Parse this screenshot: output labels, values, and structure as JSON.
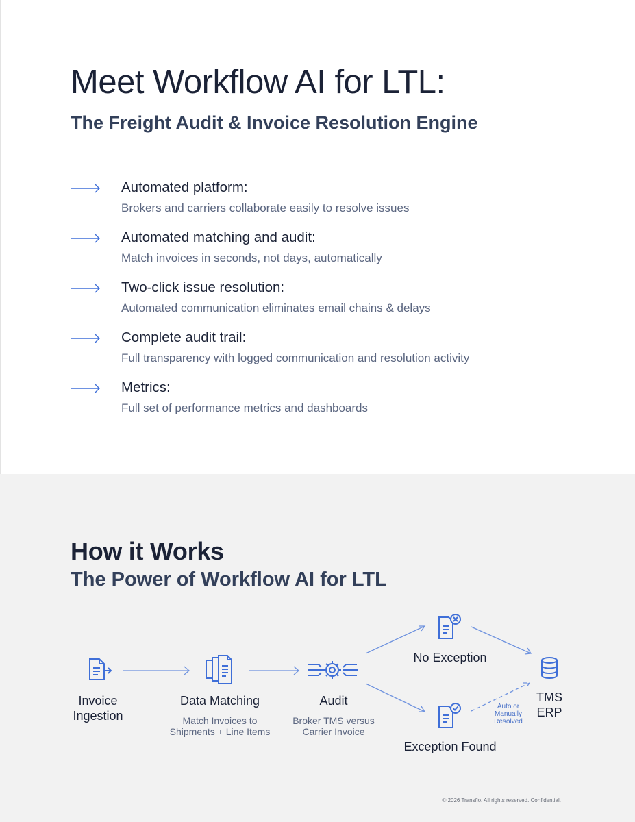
{
  "hero": {
    "title": "Meet Workflow AI for LTL:",
    "subtitle": "The Freight Audit & Invoice Resolution Engine"
  },
  "features": [
    {
      "heading": "Automated platform:",
      "description": "Brokers and carriers collaborate easily to resolve issues"
    },
    {
      "heading": "Automated matching and audit:",
      "description": "Match invoices in seconds, not days, automatically"
    },
    {
      "heading": "Two-click issue resolution:",
      "description": "Automated communication eliminates email chains & delays"
    },
    {
      "heading": "Complete audit trail:",
      "description": "Full transparency with logged communication and resolution activity"
    },
    {
      "heading": "Metrics:",
      "description": "Full set of performance metrics and dashboards"
    }
  ],
  "how": {
    "title": "How it Works",
    "subtitle": "The Power of Workflow AI for LTL"
  },
  "flow": {
    "invoice_ingestion": {
      "label_line1": "Invoice",
      "label_line2": "Ingestion",
      "icon": "document-export-icon"
    },
    "data_matching": {
      "label": "Data Matching",
      "sub_line1": "Match Invoices to",
      "sub_line2": "Shipments + Line Items",
      "icon": "stacked-documents-icon"
    },
    "audit": {
      "label": "Audit",
      "sub_line1": "Broker TMS versus",
      "sub_line2": "Carrier Invoice",
      "icon": "gear-circuit-icon"
    },
    "no_exception": {
      "label": "No Exception",
      "icon": "document-x-icon"
    },
    "exception_found": {
      "label": "Exception Found",
      "icon": "document-check-icon"
    },
    "resolution_note": {
      "line1": "Auto or",
      "line2": "Manually",
      "line3": "Resolved"
    },
    "tms_erp": {
      "line1": "TMS",
      "line2": "ERP",
      "icon": "database-icon"
    }
  },
  "footer": "© 2026 Transflo. All rights reserved. Confidential.",
  "colors": {
    "accent": "#3f6fd8",
    "heading": "#1b2236",
    "muted": "#5b6680",
    "section_bg": "#f2f2f2"
  }
}
